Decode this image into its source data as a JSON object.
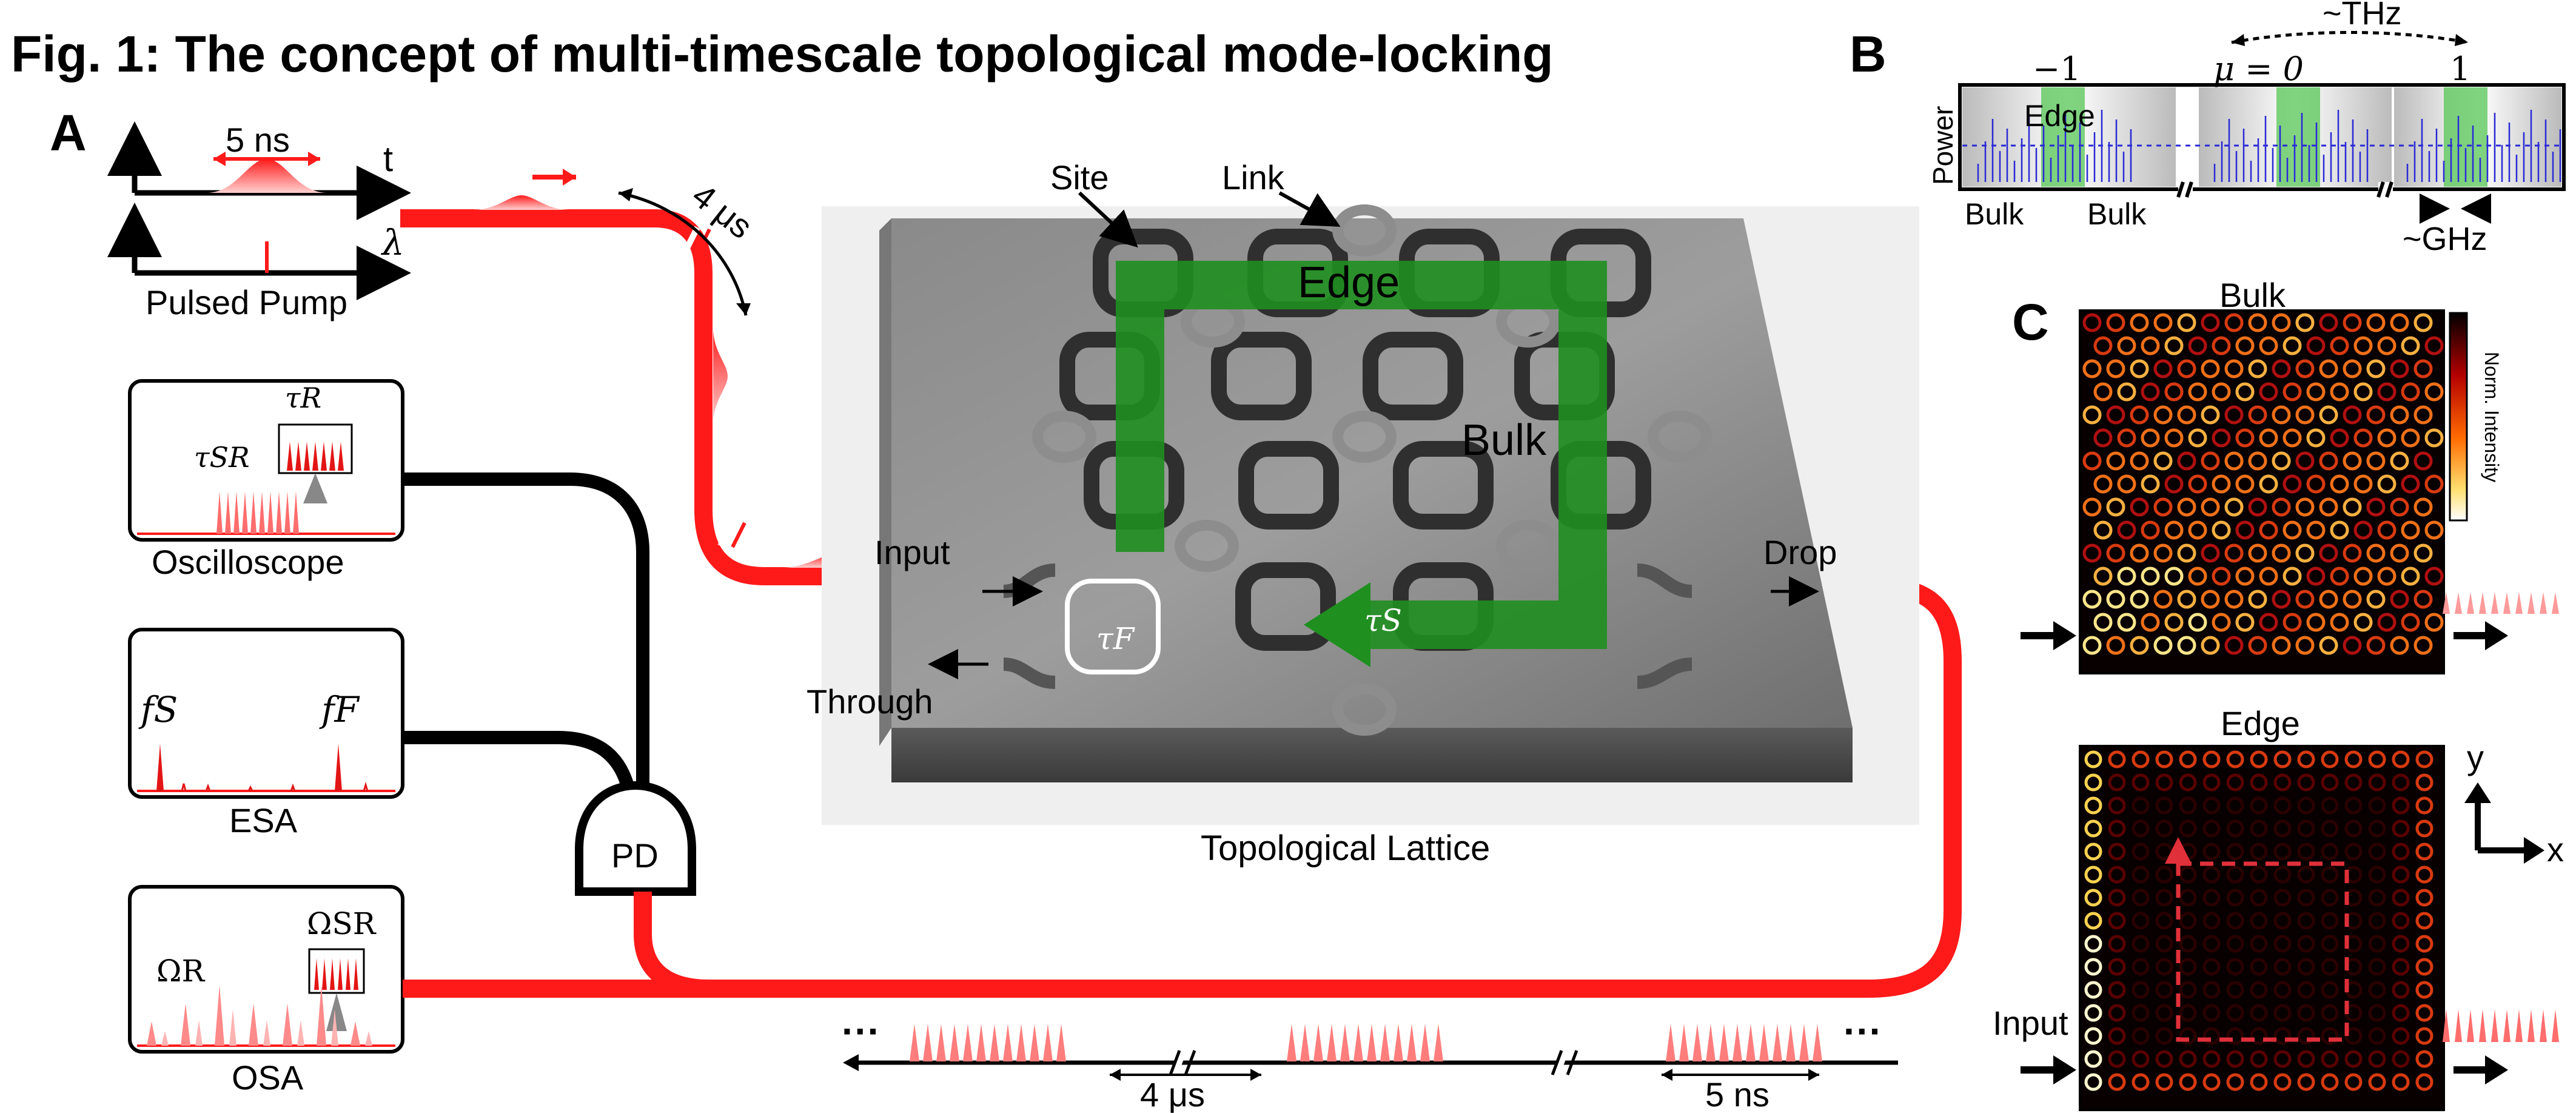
{
  "figure": {
    "title": "Fig. 1: The concept of multi-timescale topological mode-locking",
    "panels": {
      "A": "A",
      "B": "B",
      "C": "C"
    }
  },
  "panel_a": {
    "pump": {
      "pulse_width": "5 ns",
      "t_axis": "t",
      "lambda_axis": "λ",
      "label": "Pulsed Pump"
    },
    "fiber_delay": "4 μs",
    "oscilloscope": {
      "label": "Oscilloscope",
      "tau_r": "τR",
      "tau_sr": "τSR"
    },
    "esa": {
      "label": "ESA",
      "f_s": "fS",
      "f_f": "fF"
    },
    "osa": {
      "label": "OSA",
      "omega_r": "ΩR",
      "omega_sr": "ΩSR"
    },
    "detector": "PD",
    "lattice": {
      "label": "Topological Lattice",
      "site": "Site",
      "link": "Link",
      "edge": "Edge",
      "bulk": "Bulk",
      "input": "Input",
      "through": "Through",
      "drop": "Drop",
      "tau_f": "τF",
      "tau_s": "τS"
    },
    "timeline": {
      "ellipsis": "···",
      "delay": "4 μs",
      "pulse_width": "5 ns"
    }
  },
  "panel_b": {
    "ylabel": "Power",
    "modes": [
      "−1",
      "μ = 0",
      "1"
    ],
    "thz": "~THz",
    "ghz": "~GHz",
    "edge": "Edge",
    "bulk_left": "Bulk",
    "bulk_right": "Bulk"
  },
  "panel_c": {
    "bulk_title": "Bulk",
    "edge_title": "Edge",
    "colorbar_label": "Norm. Intensity",
    "input": "Input",
    "axis_x": "x",
    "axis_y": "y"
  },
  "colors": {
    "pump_red": "#ff1a1a",
    "edge_green": "#1f8f1f",
    "fiber_black": "#000000",
    "spectrum_blue": "#2a2ad6"
  }
}
